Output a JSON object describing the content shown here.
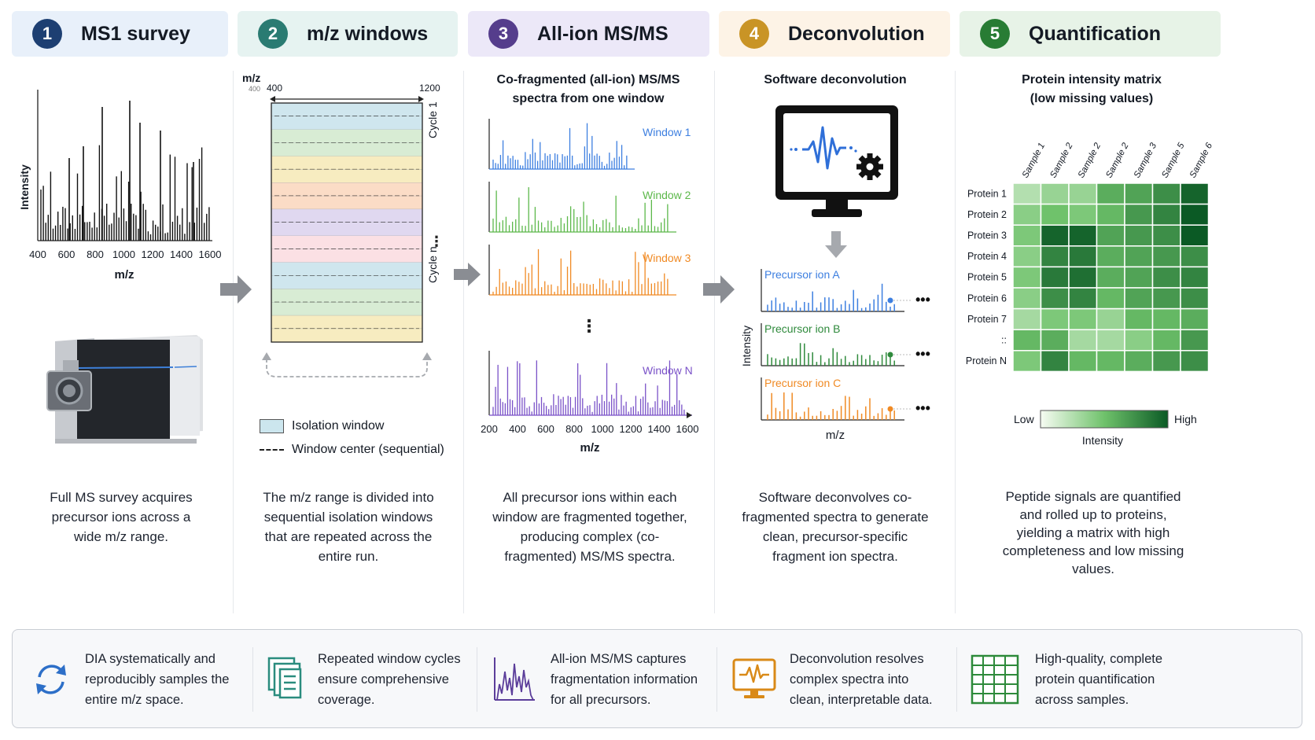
{
  "stages": [
    {
      "num": "1",
      "title": "MS1 survey",
      "bg": "#e8f0fa",
      "circle": "#1d3f72"
    },
    {
      "num": "2",
      "title": "m/z windows",
      "bg": "#e6f3f1",
      "circle": "#2a7b72"
    },
    {
      "num": "3",
      "title": "All-ion MS/MS",
      "bg": "#ece8f8",
      "circle": "#553d8c"
    },
    {
      "num": "4",
      "title": "Deconvolution",
      "bg": "#fdf3e6",
      "circle": "#c99426"
    },
    {
      "num": "5",
      "title": "Quantification",
      "bg": "#e7f3e7",
      "circle": "#287c34"
    }
  ],
  "ms1": {
    "ylabel": "Intensity",
    "xlabel": "m/z",
    "ticks": [
      "400",
      "600",
      "800",
      "1000",
      "1200",
      "1400",
      "1600"
    ]
  },
  "windows": {
    "axis_label": "m/z",
    "small_tick": "400",
    "start": "400",
    "end": "1200",
    "cycle_label_top": "Cycle 1",
    "cycle_label_bottom": "Cycle n",
    "legend_isolation": "Isolation window",
    "legend_center": "Window center (sequential)"
  },
  "allion": {
    "title_line1": "Co-fragmented (all-ion) MS/MS",
    "title_line2": "spectra from one window",
    "window_labels": [
      "Window 1",
      "Window 2",
      "Window 3",
      "Window N"
    ],
    "ticks": [
      "200",
      "400",
      "600",
      "800",
      "1000",
      "1200",
      "1400",
      "1600"
    ],
    "xlabel": "m/z",
    "colors": [
      "#3d7fe0",
      "#5cb84a",
      "#f08a24",
      "#7a52c8"
    ]
  },
  "deconv": {
    "title": "Software deconvolution",
    "precursors": [
      "Precursor ion A",
      "Precursor ion B",
      "Precursor ion C"
    ],
    "colors": [
      "#3d7fe0",
      "#2f8a3c",
      "#f08a24"
    ],
    "ylabel": "Intensity",
    "xlabel": "m/z"
  },
  "quant": {
    "title_line1": "Protein intensity matrix",
    "title_line2": "(low missing values)",
    "samples": [
      "Sample 1",
      "Sample 2",
      "Sample 2",
      "Sample 2",
      "Sample 3",
      "Sample 5",
      "Sample 6"
    ],
    "proteins": [
      "Protein 1",
      "Protein 2",
      "Protein 3",
      "Protein 4",
      "Protein 5",
      "Protein 6",
      "Protein 7",
      "::",
      "Protein N"
    ],
    "legend_low": "Low",
    "legend_high": "High",
    "legend_label": "Intensity",
    "matrix": [
      [
        0.25,
        0.35,
        0.35,
        0.6,
        0.65,
        0.75,
        0.95
      ],
      [
        0.4,
        0.5,
        0.45,
        0.55,
        0.7,
        0.8,
        1.0
      ],
      [
        0.45,
        0.95,
        0.95,
        0.65,
        0.7,
        0.75,
        1.0
      ],
      [
        0.4,
        0.8,
        0.85,
        0.6,
        0.65,
        0.7,
        0.75
      ],
      [
        0.45,
        0.85,
        0.9,
        0.6,
        0.65,
        0.75,
        0.8
      ],
      [
        0.4,
        0.75,
        0.8,
        0.55,
        0.65,
        0.7,
        0.75
      ],
      [
        0.3,
        0.45,
        0.45,
        0.35,
        0.55,
        0.55,
        0.6
      ],
      [
        0.55,
        0.6,
        0.3,
        0.3,
        0.4,
        0.55,
        0.7
      ],
      [
        0.45,
        0.8,
        0.55,
        0.55,
        0.6,
        0.7,
        0.75
      ]
    ]
  },
  "captions": [
    "Full MS survey acquires precursor ions across a wide m/z range.",
    "The m/z range is divided into sequential isolation windows that are repeated across the entire run.",
    "All precursor ions within each window are fragmented together, producing complex (co-fragmented) MS/MS spectra.",
    "Software deconvolves co-fragmented spectra to generate clean, precursor-specific fragment ion spectra.",
    "Peptide signals are quantified and rolled up to proteins, yielding a matrix with high completeness and low missing values."
  ],
  "bottom": [
    {
      "icon": "cycle-icon",
      "text": "DIA systematically and reproducibly samples the entire m/z space."
    },
    {
      "icon": "window-stack-icon",
      "text": "Repeated window cycles ensure comprehensive coverage."
    },
    {
      "icon": "spectrum-icon",
      "text": "All-ion MS/MS captures fragmentation information for all precursors."
    },
    {
      "icon": "monitor-waveform-icon",
      "text": "Deconvolution resolves complex spectra into clean, interpretable data."
    },
    {
      "icon": "grid-table-icon",
      "text": "High-quality, complete protein quantification across samples."
    }
  ]
}
